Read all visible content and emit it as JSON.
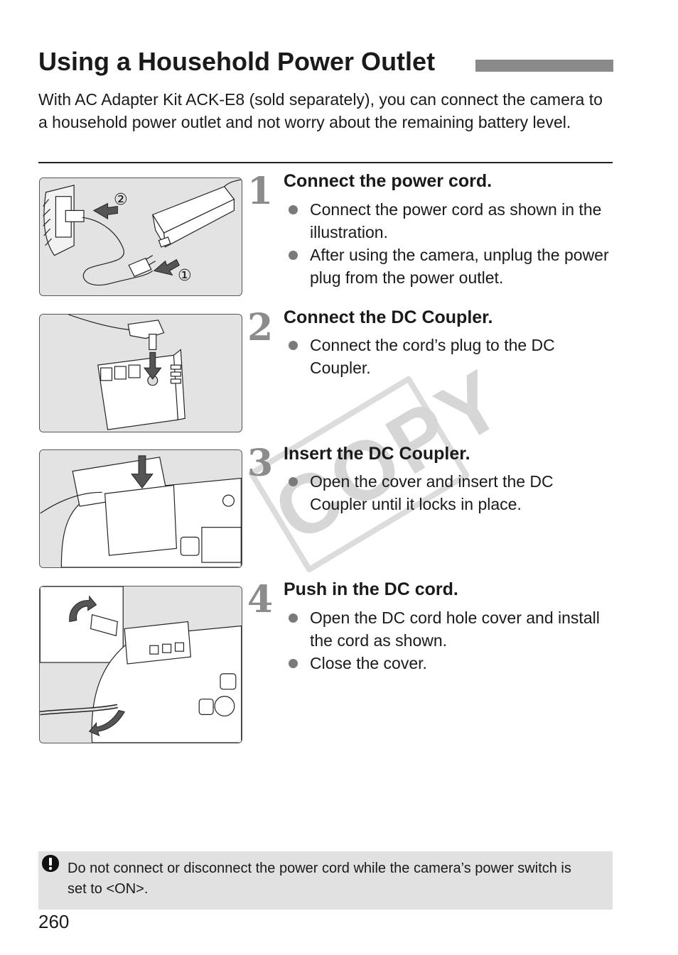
{
  "page": {
    "title": "Using a Household Power Outlet",
    "intro": "With AC Adapter Kit ACK-E8 (sold separately), you can connect the camera to a household power outlet and not worry about the remaining battery level.",
    "page_number": "260"
  },
  "steps": [
    {
      "number": "1",
      "heading": "Connect the power cord.",
      "bullets": [
        "Connect the power cord as shown in the illustration.",
        "After using the camera, unplug the power plug from the power outlet."
      ],
      "callouts": [
        "②",
        "①"
      ]
    },
    {
      "number": "2",
      "heading": "Connect the DC Coupler.",
      "bullets": [
        "Connect the cord’s plug to the DC Coupler."
      ]
    },
    {
      "number": "3",
      "heading": "Insert the DC Coupler.",
      "bullets": [
        "Open the cover and insert the DC Coupler until it locks in place."
      ]
    },
    {
      "number": "4",
      "heading": "Push in the DC cord.",
      "bullets": [
        "Open the DC cord hole cover and install the cord as shown.",
        "Close the cover."
      ]
    }
  ],
  "watermark": "COPY",
  "note": {
    "icon": "caution-icon",
    "text": "Do not connect or disconnect the power cord while the camera’s power switch is set to <ON>."
  }
}
